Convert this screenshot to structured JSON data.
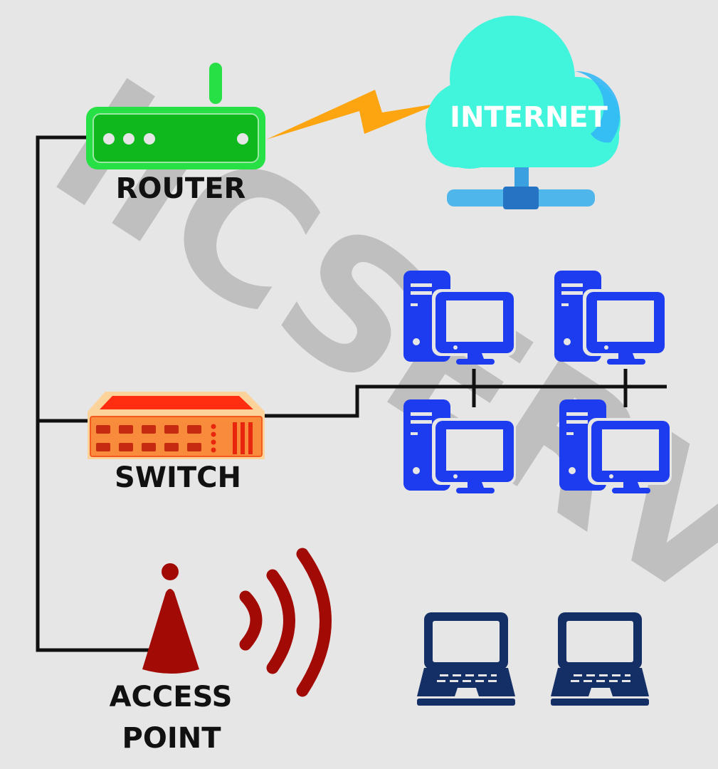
{
  "diagram": {
    "type": "network-topology",
    "watermark": "IICSERV",
    "nodes": {
      "router": {
        "label": "ROUTER",
        "color": "#0fb81d",
        "border": "#27e046"
      },
      "internet": {
        "label": "INTERNET",
        "cloud_color": "#41f5dc",
        "accent_color": "#33b8f5",
        "server_color": "#4fb6ec"
      },
      "switch": {
        "label": "SWITCH",
        "body_color": "#f88c3c",
        "top_color": "#ff2e10",
        "port_color": "#c62a10"
      },
      "access_point": {
        "label_line1": "ACCESS",
        "label_line2": "POINT",
        "color": "#a10a05"
      },
      "desktops": {
        "count": 4,
        "color": "#1d3cf0"
      },
      "laptops": {
        "count": 2,
        "color": "#142e66"
      }
    },
    "links": [
      {
        "from": "router",
        "to": "switch",
        "type": "wired"
      },
      {
        "from": "switch",
        "to": "access_point",
        "type": "wired"
      },
      {
        "from": "router",
        "to": "internet",
        "type": "wireless-bolt",
        "color": "#fca511"
      },
      {
        "from": "switch",
        "to": "desktops",
        "type": "wired-bus"
      },
      {
        "from": "access_point",
        "to": "laptops",
        "type": "wireless"
      }
    ]
  }
}
